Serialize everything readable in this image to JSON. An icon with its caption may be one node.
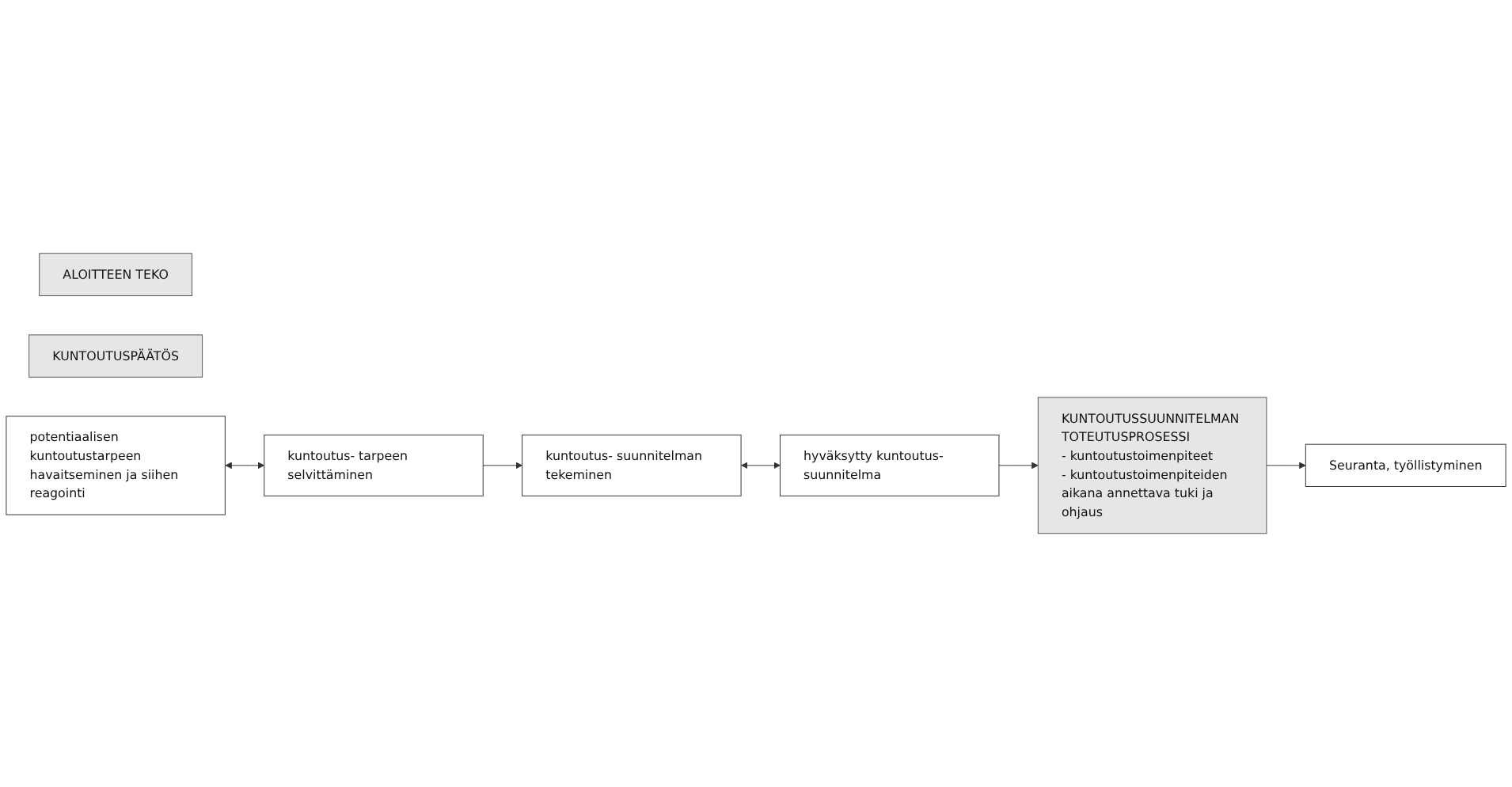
{
  "diagram": {
    "nodes": [
      {
        "text": [
          "ALOITTEEN TEKO"
        ]
      },
      {
        "text": [
          "KUNTOUTUSPÄÄTÖS"
        ]
      },
      {
        "text": [
          "potentiaalisen kuntoutustarpeen havaitseminen ja siihen reagointi"
        ]
      },
      {
        "text": [
          "kuntoutus- tarpeen selvittäminen"
        ]
      },
      {
        "text": [
          "kuntoutus- suunnitelman tekeminen"
        ]
      },
      {
        "text": [
          "hyväksytty kuntoutus- suunnitelma"
        ]
      },
      {
        "text": [
          "KUNTOUTUSSUUNNITELMAN TOTEUTUSPROSESSI",
          "- kuntoutustoimenpiteet",
          "- kuntoutustoimenpiteiden aikana annettava tuki ja ohjaus"
        ]
      },
      {
        "text": [
          "Seuranta, työllistyminen"
        ]
      }
    ],
    "edges": [
      {
        "from": 2,
        "to": 3,
        "arrow": "both"
      },
      {
        "from": 3,
        "to": 4,
        "arrow": "to"
      },
      {
        "from": 4,
        "to": 5,
        "arrow": "both"
      },
      {
        "from": 5,
        "to": 6,
        "arrow": "to"
      },
      {
        "from": 6,
        "to": 7,
        "arrow": "to"
      }
    ]
  }
}
